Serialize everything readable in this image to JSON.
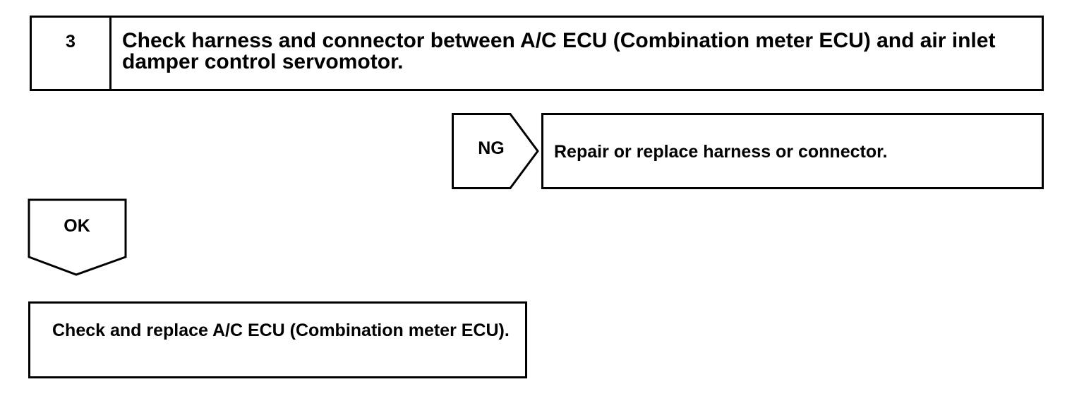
{
  "step": {
    "number": "3",
    "title": "Check harness and connector between A/C ECU (Combination meter ECU) and air inlet damper control servomotor."
  },
  "ng_branch": {
    "label": "NG",
    "action": "Repair or replace harness or connector."
  },
  "ok_branch": {
    "label": "OK"
  },
  "result": {
    "action": "Check and replace A/C ECU (Combination meter ECU)."
  }
}
